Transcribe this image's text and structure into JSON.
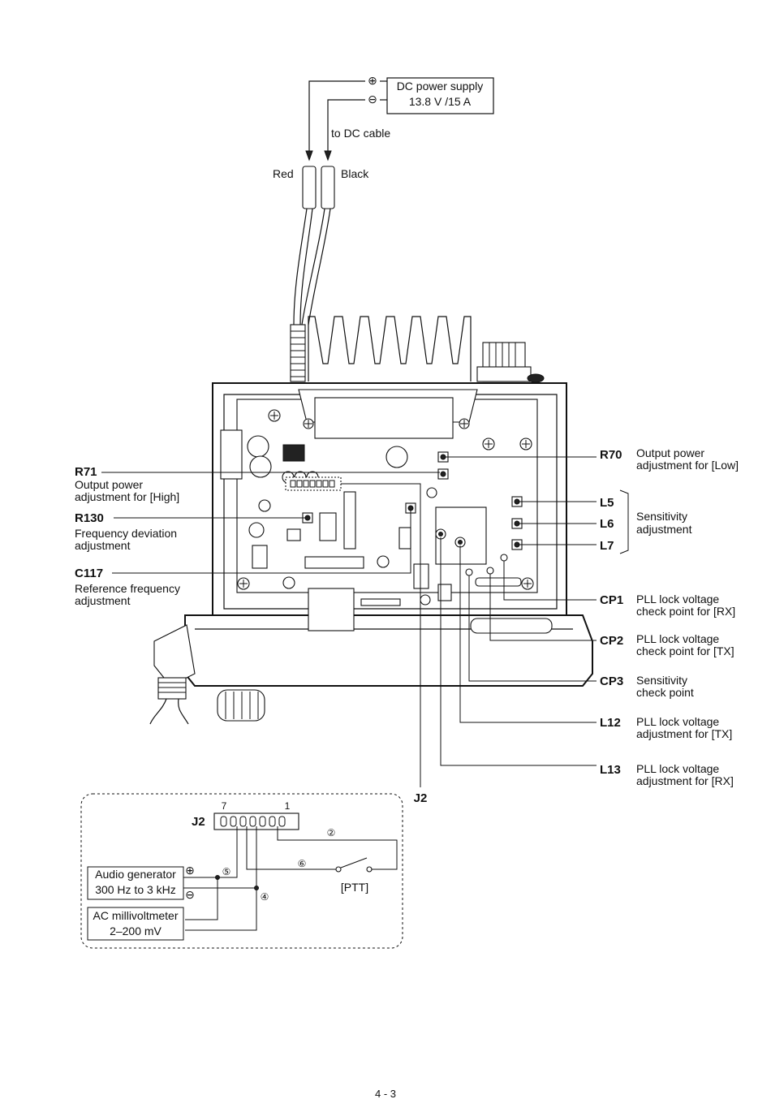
{
  "power": {
    "supply_line1": "DC power supply",
    "supply_line2": "13.8 V /15 A",
    "plus": "⊕",
    "minus": "⊖",
    "cable_label": "to DC cable",
    "red": "Red",
    "black": "Black"
  },
  "left_callouts": {
    "r71": {
      "id": "R71",
      "line1": "Output power",
      "line2": "adjustment for [High]"
    },
    "r130": {
      "id": "R130",
      "line1": "Frequency deviation",
      "line2": "adjustment"
    },
    "c117": {
      "id": "C117",
      "line1": "Reference frequency",
      "line2": "adjustment"
    }
  },
  "right_callouts": {
    "r70": {
      "id": "R70",
      "line1": "Output power",
      "line2": "adjustment for [Low]"
    },
    "l5": {
      "id": "L5"
    },
    "l6": {
      "id": "L6"
    },
    "l7": {
      "id": "L7"
    },
    "l5_l7_line1": "Sensitivity",
    "l5_l7_line2": "adjustment",
    "cp1": {
      "id": "CP1",
      "line1": "PLL lock voltage",
      "line2": "check point for [RX]"
    },
    "cp2": {
      "id": "CP2",
      "line1": "PLL lock voltage",
      "line2": "check point for [TX]"
    },
    "cp3": {
      "id": "CP3",
      "line1": "Sensitivity",
      "line2": "check point"
    },
    "l12": {
      "id": "L12",
      "line1": "PLL lock voltage",
      "line2": "adjustment for [TX]"
    },
    "l13": {
      "id": "L13",
      "line1": "PLL lock voltage",
      "line2": "adjustment for [RX]"
    }
  },
  "j2_label": "J2",
  "inset": {
    "j2": "J2",
    "pin7": "7",
    "pin1": "1",
    "n2": "②",
    "n4": "④",
    "n5": "⑤",
    "n6": "⑥",
    "ptt": "[PTT]",
    "audio_line1": "Audio generator",
    "audio_line2": "300 Hz to 3 kHz",
    "audio_plus": "⊕",
    "audio_minus": "⊖",
    "ac_line1": "AC millivoltmeter",
    "ac_line2": "2–200 mV"
  },
  "page_number": "4 - 3"
}
